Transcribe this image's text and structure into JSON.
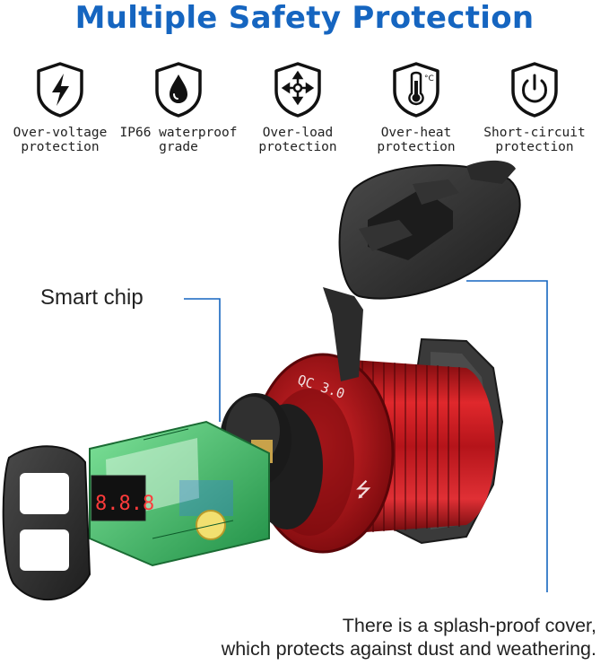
{
  "title": "Multiple Safety Protection",
  "features": [
    {
      "icon": "lightning-icon",
      "line1": "Over-voltage",
      "line2": "protection"
    },
    {
      "icon": "water-drop-icon",
      "line1": "IP66 waterproof",
      "line2": "grade"
    },
    {
      "icon": "overload-arrows-icon",
      "line1": "Over-load",
      "line2": "protection"
    },
    {
      "icon": "thermometer-icon",
      "line1": "Over-heat",
      "line2": "protection"
    },
    {
      "icon": "power-icon",
      "line1": "Short-circuit",
      "line2": "protection"
    }
  ],
  "callouts": {
    "smart_chip": "Smart chip",
    "cover_line1": "There is a splash-proof cover,",
    "cover_line2": "which protects against dust and weathering."
  },
  "product": {
    "socket_label": "QC 3.0",
    "usb_symbol": "⭍",
    "display_digits": "8.8.8",
    "colors": {
      "accent_blue": "#1565c0",
      "socket_red": "#c0161b",
      "pcb_green": "#2fae5a"
    }
  }
}
